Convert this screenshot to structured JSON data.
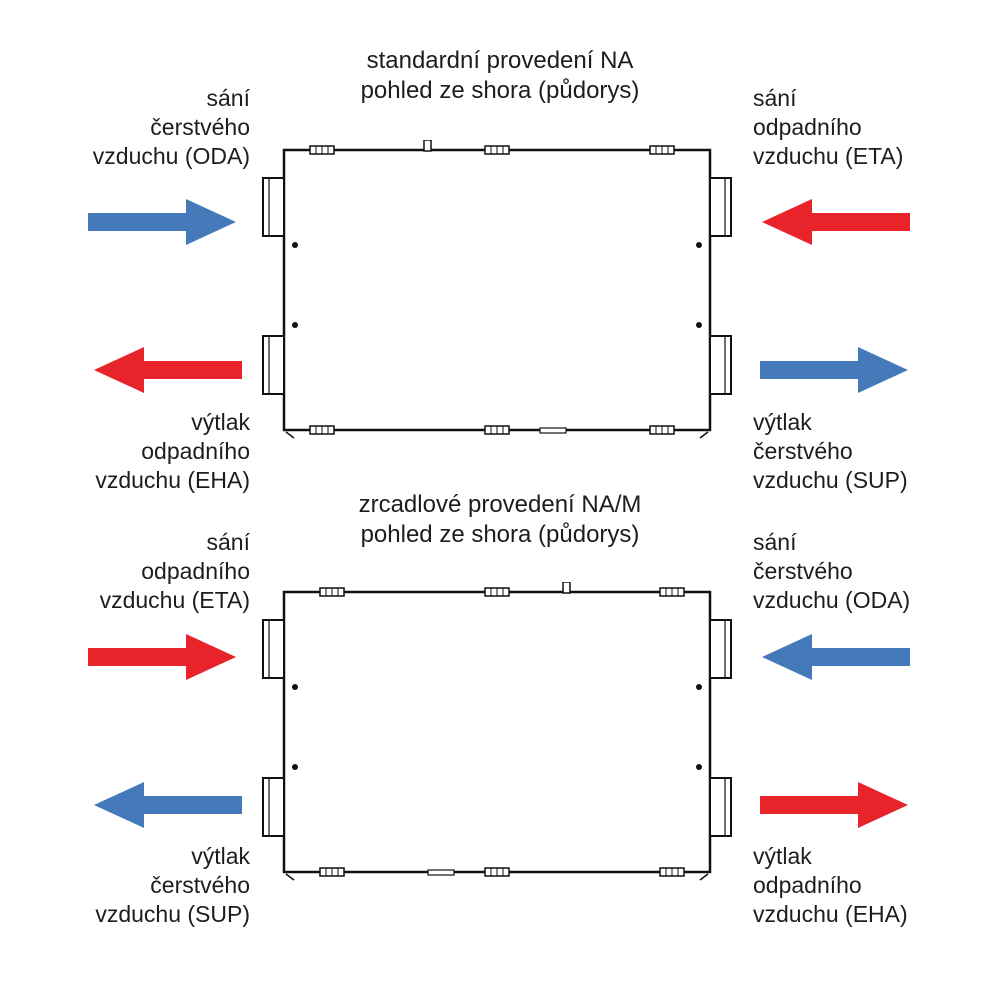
{
  "colors": {
    "blue": "#4479ba",
    "red": "#e8232a",
    "line": "#111111"
  },
  "diagram_standard": {
    "title1": "standardní provedení NA",
    "title2": "pohled ze shora (půdorys)",
    "top_left": [
      "sání",
      "čerstvého",
      "vzduchu (ODA)"
    ],
    "top_right": [
      "sání",
      "odpadního",
      "vzduchu (ETA)"
    ],
    "bottom_left": [
      "výtlak",
      "odpadního",
      "vzduchu (EHA)"
    ],
    "bottom_right": [
      "výtlak",
      "čerstvého",
      "vzduchu (SUP)"
    ]
  },
  "diagram_mirrored": {
    "title1": "zrcadlové provedení NA/M",
    "title2": "pohled ze shora (půdorys)",
    "top_left": [
      "sání",
      "odpadního",
      "vzduchu (ETA)"
    ],
    "top_right": [
      "sání",
      "čerstvého",
      "vzduchu (ODA)"
    ],
    "bottom_left": [
      "výtlak",
      "čerstvého",
      "vzduchu (SUP)"
    ],
    "bottom_right": [
      "výtlak",
      "odpadního",
      "vzduchu (EHA)"
    ]
  }
}
